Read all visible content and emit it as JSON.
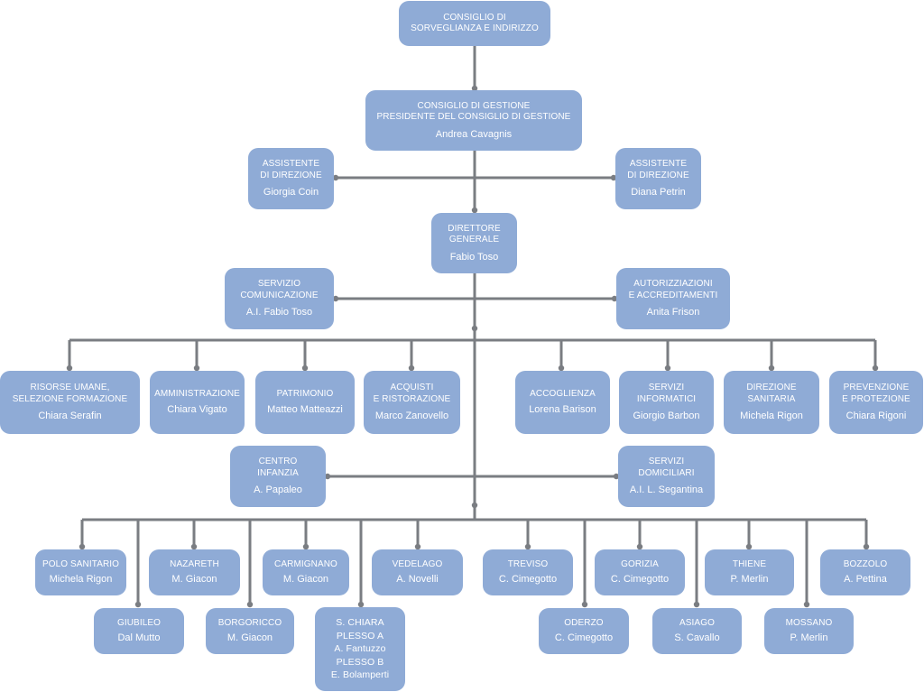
{
  "colors": {
    "box": "#8fabd6",
    "line": "#7a7d82",
    "text": "#ffffff"
  },
  "top": {
    "csi": {
      "role": [
        "CONSIGLIO DI",
        "SORVEGLIANZA E INDIRIZZO"
      ],
      "person": ""
    },
    "cdg": {
      "role": [
        "CONSIGLIO DI GESTIONE",
        "PRESIDENTE DEL CONSIGLIO DI GESTIONE"
      ],
      "person": "Andrea Cavagnis"
    },
    "assistant_left": {
      "role": [
        "ASSISTENTE",
        "DI DIREZIONE"
      ],
      "person": "Giorgia Coin"
    },
    "assistant_right": {
      "role": [
        "ASSISTENTE",
        "DI DIREZIONE"
      ],
      "person": "Diana Petrin"
    },
    "dg": {
      "role": [
        "DIRETTORE",
        "GENERALE"
      ],
      "person": "Fabio Toso"
    },
    "servizio_com": {
      "role": [
        "SERVIZIO",
        "COMUNICAZIONE"
      ],
      "person": "A.I. Fabio Toso"
    },
    "autorizzazioni": {
      "role": [
        "AUTORIZZIAZIONI",
        "E ACCREDITAMENTI"
      ],
      "person": "Anita Frison"
    }
  },
  "departments": [
    {
      "id": "risorse",
      "role": [
        "RISORSE UMANE,",
        "SELEZIONE FORMAZIONE"
      ],
      "person": "Chiara Serafin"
    },
    {
      "id": "amministrazione",
      "role": [
        "AMMINISTRAZIONE"
      ],
      "person": "Chiara Vigato"
    },
    {
      "id": "patrimonio",
      "role": [
        "PATRIMONIO"
      ],
      "person": "Matteo Matteazzi"
    },
    {
      "id": "acquisti",
      "role": [
        "ACQUISTI",
        "E RISTORAZIONE"
      ],
      "person": "Marco Zanovello"
    },
    {
      "id": "accoglienza",
      "role": [
        "ACCOGLIENZA"
      ],
      "person": "Lorena Barison"
    },
    {
      "id": "servizi-informatici",
      "role": [
        "SERVIZI",
        "INFORMATICI"
      ],
      "person": "Giorgio Barbon"
    },
    {
      "id": "direzione-sanitaria",
      "role": [
        "DIREZIONE",
        "SANITARIA"
      ],
      "person": "Michela Rigon"
    },
    {
      "id": "prevenzione",
      "role": [
        "PREVENZIONE",
        "E PROTEZIONE"
      ],
      "person": "Chiara Rigoni"
    }
  ],
  "middle": {
    "centro_infanzia": {
      "role": [
        "CENTRO",
        "INFANZIA"
      ],
      "person": "A. Papaleo"
    },
    "servizi_domiciliari": {
      "role": [
        "SERVIZI",
        "DOMICILIARI"
      ],
      "person": "A.I. L. Segantina"
    }
  },
  "sites": [
    {
      "id": "polo-sanitario",
      "role": [
        "POLO SANITARIO"
      ],
      "person": "Michela Rigon"
    },
    {
      "id": "giubileo",
      "role": [
        "GIUBILEO"
      ],
      "person": "Dal Mutto"
    },
    {
      "id": "nazareth",
      "role": [
        "NAZARETH"
      ],
      "person": "M. Giacon"
    },
    {
      "id": "borgoricco",
      "role": [
        "BORGORICCO"
      ],
      "person": "M. Giacon"
    },
    {
      "id": "carmignano",
      "role": [
        "CARMIGNANO"
      ],
      "person": "M. Giacon"
    },
    {
      "id": "s-chiara",
      "role": [
        "S. CHIARA",
        "PLESSO A",
        "A. Fantuzzo",
        "PLESSO B",
        "E. Bolamperti"
      ],
      "person": ""
    },
    {
      "id": "vedelago",
      "role": [
        "VEDELAGO"
      ],
      "person": "A. Novelli"
    },
    {
      "id": "treviso",
      "role": [
        "TREVISO"
      ],
      "person": "C. Cimegotto"
    },
    {
      "id": "oderzo",
      "role": [
        "ODERZO"
      ],
      "person": "C. Cimegotto"
    },
    {
      "id": "gorizia",
      "role": [
        "GORIZIA"
      ],
      "person": "C. Cimegotto"
    },
    {
      "id": "asiago",
      "role": [
        "ASIAGO"
      ],
      "person": "S. Cavallo"
    },
    {
      "id": "thiene",
      "role": [
        "THIENE"
      ],
      "person": "P. Merlin"
    },
    {
      "id": "mossano",
      "role": [
        "MOSSANO"
      ],
      "person": "P. Merlin"
    },
    {
      "id": "bozzolo",
      "role": [
        "BOZZOLO"
      ],
      "person": "A. Pettina"
    }
  ]
}
